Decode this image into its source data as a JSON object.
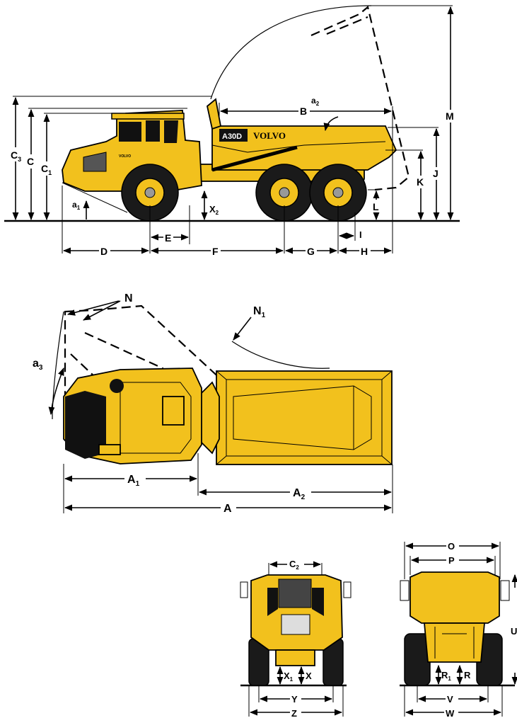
{
  "labels": {
    "a1": "a",
    "a1_sub": "1",
    "a2": "a",
    "a2_sub": "2",
    "a3": "a",
    "a3_sub": "3",
    "A": "A",
    "A1": "A",
    "A1_sub": "1",
    "A2": "A",
    "A2_sub": "2",
    "B": "B",
    "C": "C",
    "C1": "C",
    "C1_sub": "1",
    "C2": "C",
    "C2_sub": "2",
    "C3": "C",
    "C3_sub": "3",
    "D": "D",
    "E": "E",
    "F": "F",
    "G": "G",
    "H": "H",
    "I": "I",
    "J": "J",
    "K": "K",
    "L": "L",
    "M": "M",
    "N": "N",
    "N1": "N",
    "N1_sub": "1",
    "O": "O",
    "P": "P",
    "R": "R",
    "R1": "R",
    "R1_sub": "1",
    "U": "U",
    "V": "V",
    "W": "W",
    "X": "X",
    "X1": "X",
    "X1_sub": "1",
    "X2": "X",
    "X2_sub": "2",
    "Y": "Y",
    "Z": "Z"
  },
  "branding": {
    "model": "A30D",
    "maker": "VOLVO",
    "maker_small": "VOLVO"
  },
  "colors": {
    "body": "#f2c11d",
    "outline": "#000000",
    "tire": "#1a1a1a"
  }
}
